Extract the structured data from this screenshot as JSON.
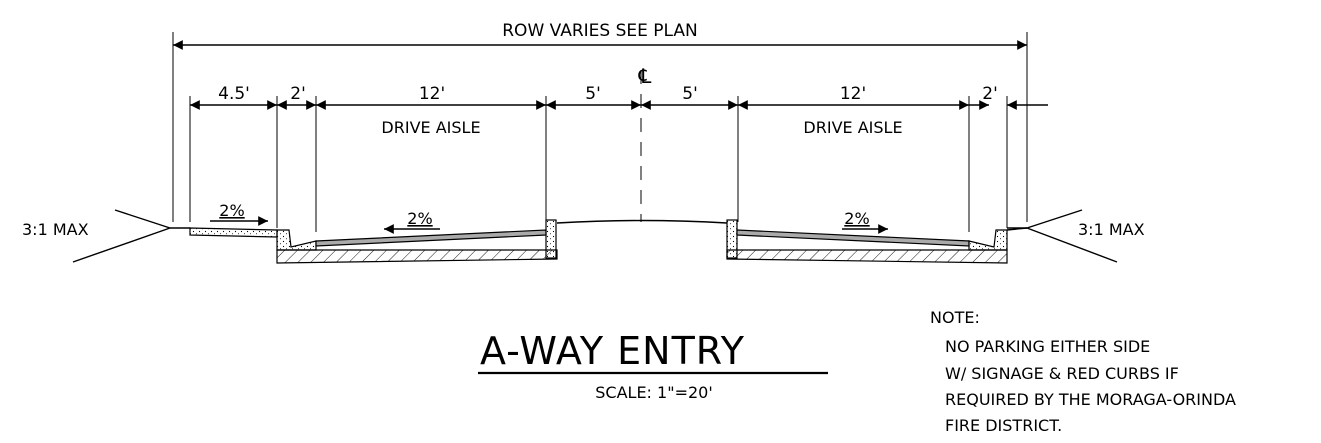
{
  "dimensions": {
    "row": "ROW VARIES SEE PLAN",
    "left_sidewalk": "4.5'",
    "left_curb": "2'",
    "left_lane": "12'",
    "left_median": "5'",
    "centerline": "℄",
    "right_median": "5'",
    "right_lane": "12'",
    "right_curb": "2'"
  },
  "labels": {
    "drive_aisle_left": "DRIVE AISLE",
    "drive_aisle_right": "DRIVE AISLE",
    "slope_left": "3:1 MAX",
    "slope_right": "3:1 MAX",
    "grade_sidewalk": "2%",
    "grade_left_lane": "2%",
    "grade_right_lane": "2%"
  },
  "title": {
    "main": "A-WAY   ENTRY",
    "scale": "SCALE: 1\"=20'"
  },
  "note": {
    "heading": "NOTE:",
    "lines": [
      "NO PARKING EITHER SIDE",
      "W/ SIGNAGE & RED CURBS IF",
      "REQUIRED BY THE MORAGA-ORINDA",
      "FIRE DISTRICT."
    ]
  }
}
